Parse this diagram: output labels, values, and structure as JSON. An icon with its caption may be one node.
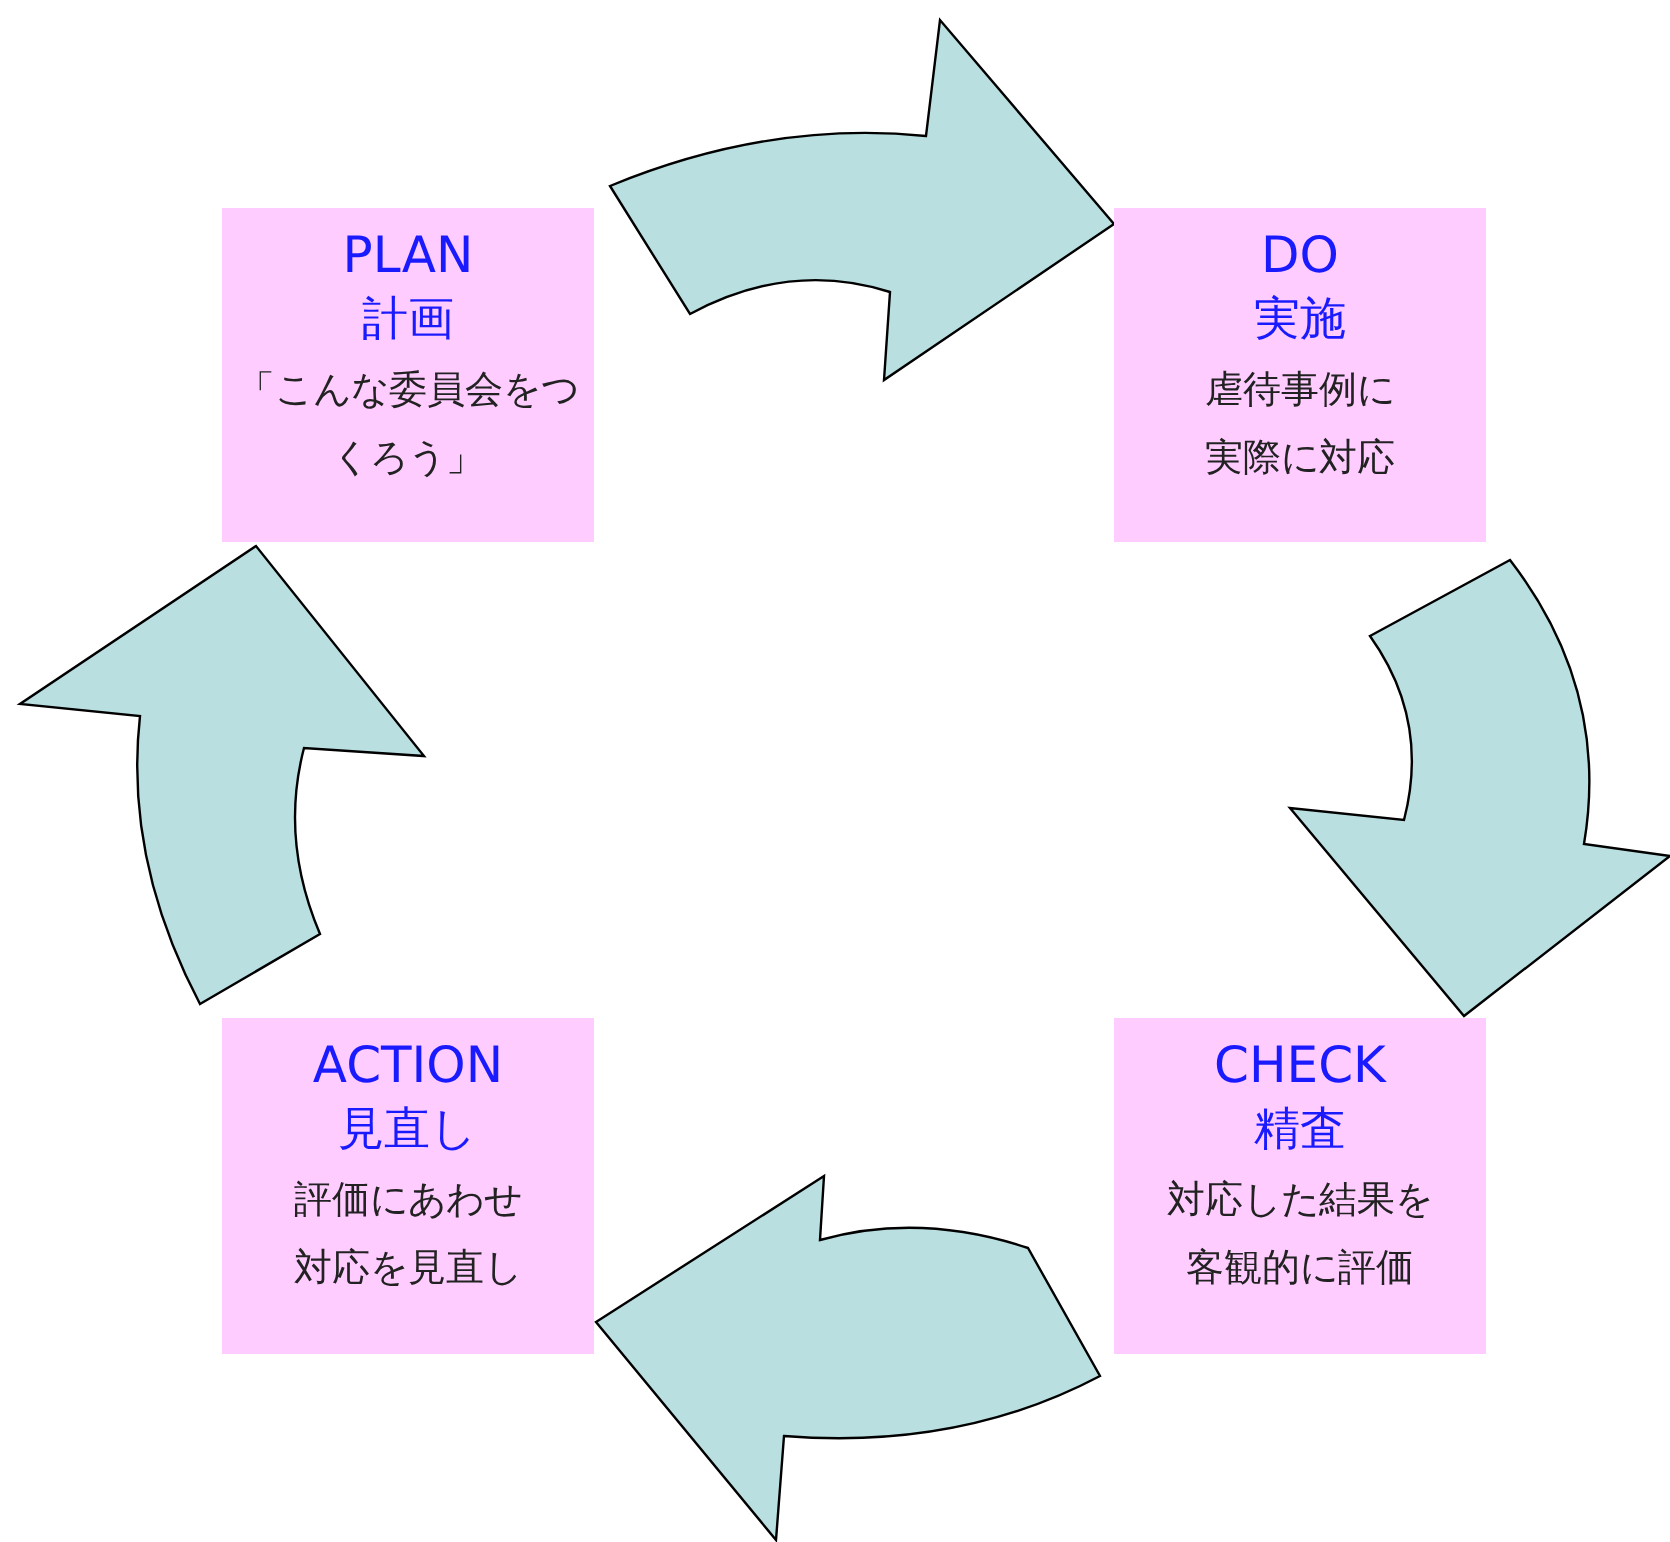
{
  "diagram": {
    "nodes": [
      {
        "text": [
          "PLAN",
          "計画",
          "「こんな委員会をつくろう」"
        ]
      },
      {
        "text": [
          "DO",
          "実施",
          "虐待事例に実際に対応"
        ]
      },
      {
        "text": [
          "CHECK",
          "精査",
          "対応した結果を客観的に評価"
        ]
      },
      {
        "text": [
          "ACTION",
          "見直し",
          "評価にあわせ対応を見直し"
        ]
      }
    ],
    "edges": [
      {
        "from": 0,
        "to": 1,
        "arrow": "to"
      },
      {
        "from": 1,
        "to": 2,
        "arrow": "to"
      },
      {
        "from": 2,
        "to": 3,
        "arrow": "to"
      },
      {
        "from": 3,
        "to": 0,
        "arrow": "to"
      }
    ]
  }
}
